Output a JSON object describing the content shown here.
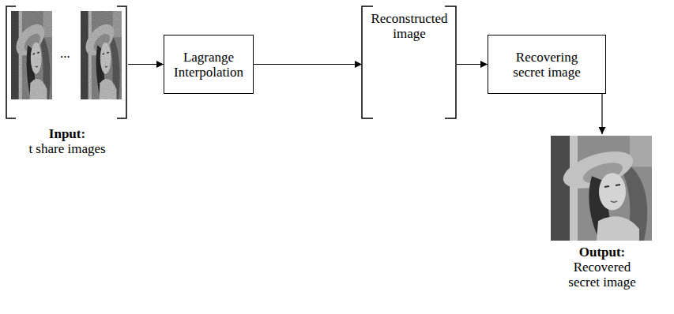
{
  "diagram": {
    "nodes": [
      {
        "text": [
          "Input:",
          "t share images"
        ]
      },
      {
        "text": [
          "Lagrange Interpolation"
        ]
      },
      {
        "text": [
          "Reconstructed image"
        ]
      },
      {
        "text": [
          "Recovering secret image"
        ]
      },
      {
        "text": [
          "Output:",
          "Recovered secret image"
        ]
      }
    ],
    "edges": [
      {
        "from": 0,
        "to": 1,
        "arrow": "to"
      },
      {
        "from": 1,
        "to": 2,
        "arrow": "to"
      },
      {
        "from": 2,
        "to": 3,
        "arrow": "to"
      },
      {
        "from": 3,
        "to": 4,
        "arrow": "to"
      }
    ],
    "labels": [
      "..."
    ]
  }
}
